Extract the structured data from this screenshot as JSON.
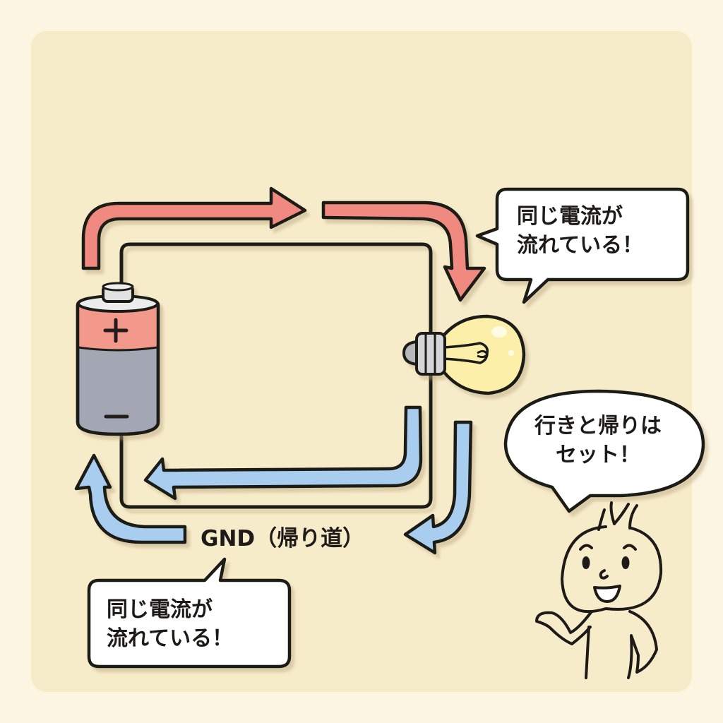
{
  "diagram": {
    "title": "GND circuit explanation",
    "colors": {
      "page_background": "#fcf5e2",
      "panel_background": "#f7ecca",
      "outbound_current_arrow": "#f08a80",
      "return_current_arrow": "#a8cdee",
      "wire": "#1e1a18",
      "battery_positive": "#f2998c",
      "battery_negative": "#a3a7b3",
      "bulb_glass": "#fbefaa"
    },
    "components": {
      "battery": {
        "positive_label": "+",
        "negative_label": "−"
      },
      "bulb": {
        "state": "lit"
      },
      "character": {
        "expression": "smiling",
        "gesture": "presenting"
      }
    },
    "labels": {
      "gnd": "GND（帰り道）"
    },
    "bubbles": {
      "top_right": {
        "line1": "同じ電流が",
        "line2": "流れている！"
      },
      "bottom_left": {
        "line1": "同じ電流が",
        "line2": "流れている！"
      },
      "character": {
        "line1": "行きと帰りは",
        "line2": "セット！"
      }
    },
    "arrows": {
      "outbound": [
        "battery-to-top",
        "top-to-bulb"
      ],
      "return": [
        "bulb-to-bottom",
        "bottom-to-battery",
        "outer-return",
        "outer-left-up"
      ]
    }
  }
}
